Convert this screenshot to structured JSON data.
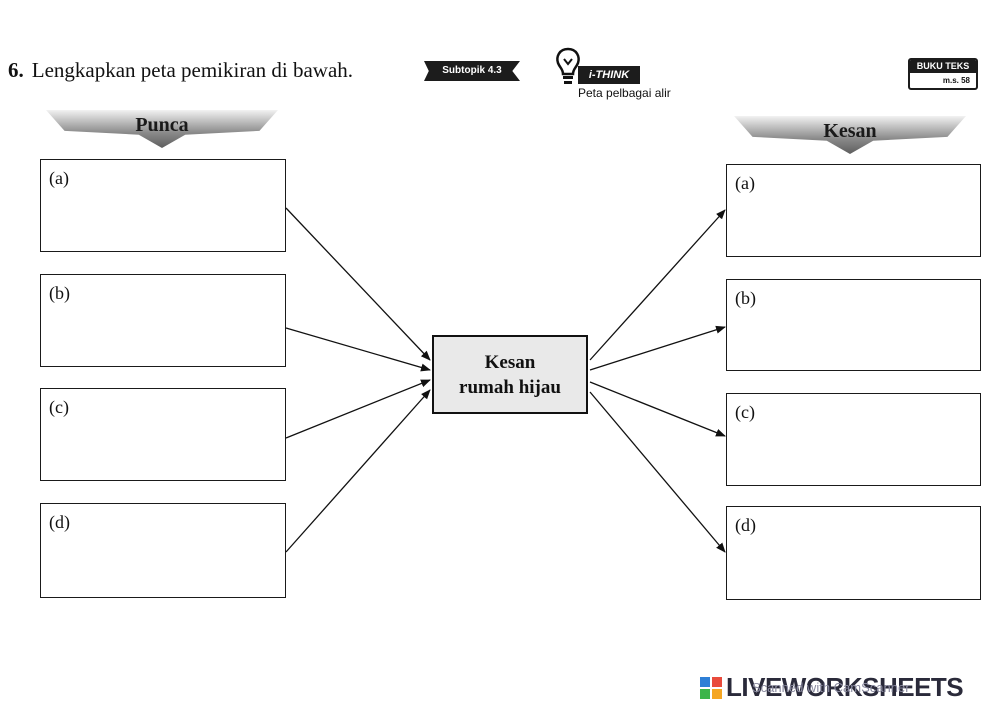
{
  "question": {
    "number": "6.",
    "text": "Lengkapkan peta pemikiran di bawah."
  },
  "subtopik": "Subtopik 4.3",
  "ithink": {
    "badge": "i-THINK",
    "subtitle": "Peta pelbagai alir",
    "icon": "lightbulb-icon"
  },
  "buku_teks": {
    "title": "BUKU TEKS",
    "page": "m.s. 58"
  },
  "left": {
    "banner": "Punca",
    "boxes": [
      {
        "label": "(a)"
      },
      {
        "label": "(b)"
      },
      {
        "label": "(c)"
      },
      {
        "label": "(d)"
      }
    ]
  },
  "center": {
    "line1": "Kesan",
    "line2": "rumah hijau"
  },
  "right": {
    "banner": "Kesan",
    "boxes": [
      {
        "label": "(a)"
      },
      {
        "label": "(b)"
      },
      {
        "label": "(c)"
      },
      {
        "label": "(d)"
      }
    ]
  },
  "watermark": {
    "brand": "LIVEWORKSHEETS",
    "overlay": "Scanned with CamScanner"
  },
  "colors": {
    "ink": "#111111",
    "center_fill": "#e9e9e9",
    "badge": "#1c1c1c"
  }
}
